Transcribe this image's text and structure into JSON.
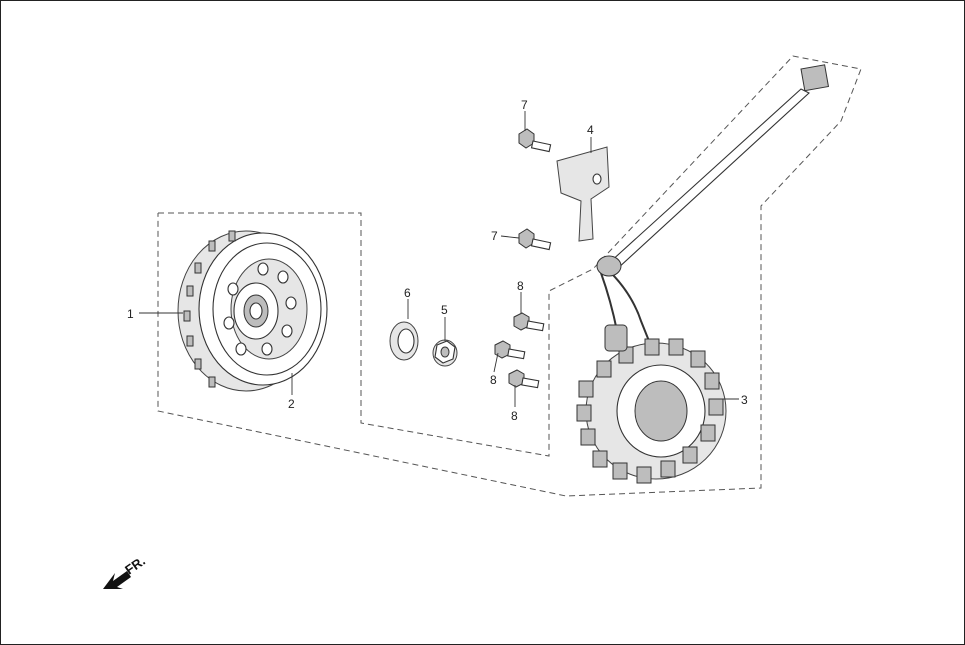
{
  "diagram": {
    "callouts": [
      {
        "id": "c1",
        "label": "1"
      },
      {
        "id": "c2",
        "label": "2"
      },
      {
        "id": "c3",
        "label": "3"
      },
      {
        "id": "c4",
        "label": "4"
      },
      {
        "id": "c5",
        "label": "5"
      },
      {
        "id": "c6",
        "label": "6"
      },
      {
        "id": "c7a",
        "label": "7"
      },
      {
        "id": "c7b",
        "label": "7"
      },
      {
        "id": "c8a",
        "label": "8"
      },
      {
        "id": "c8b",
        "label": "8"
      },
      {
        "id": "c8c",
        "label": "8"
      }
    ],
    "direction_indicator": {
      "label": "FR.",
      "icon": "front-direction-arrow-icon"
    }
  }
}
